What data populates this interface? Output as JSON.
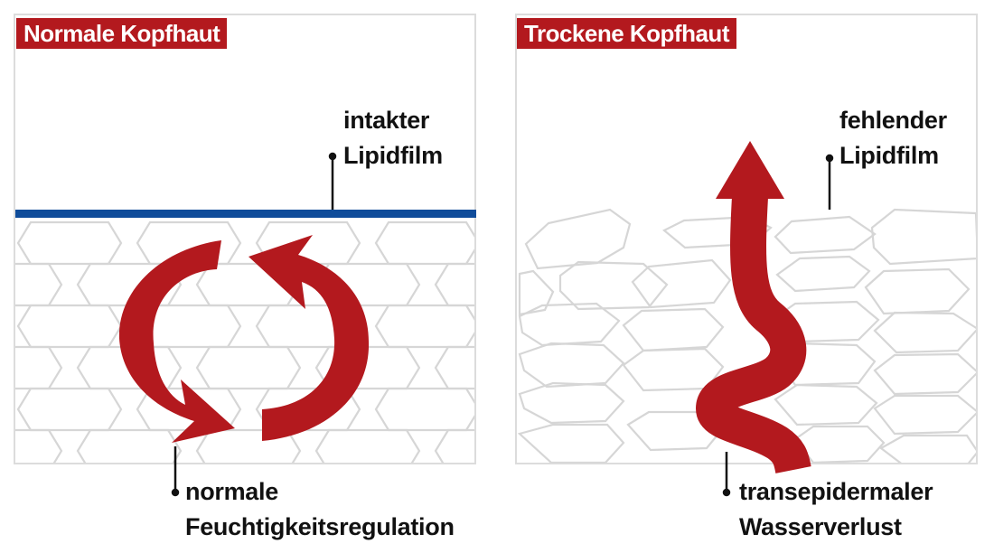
{
  "colors": {
    "accent": "#b3191e",
    "lipid_film": "#0f4c9a",
    "cell_outline": "#d6d6d6",
    "pointer": "#111111"
  },
  "icons": {
    "left_symbol": "circular-arrows-icon",
    "right_symbol": "wavy-up-arrow-icon"
  },
  "left": {
    "title": "Normale Kopfhaut",
    "lipid_label": [
      "intakter",
      "Lipidfilm"
    ],
    "regulation_label": [
      "normale",
      "Feuchtigkeitsregulation"
    ]
  },
  "right": {
    "title": "Trockene Kopfhaut",
    "lipid_label": [
      "fehlender",
      "Lipidfilm"
    ],
    "loss_label": [
      "transepidermaler",
      "Wasserverlust"
    ]
  }
}
